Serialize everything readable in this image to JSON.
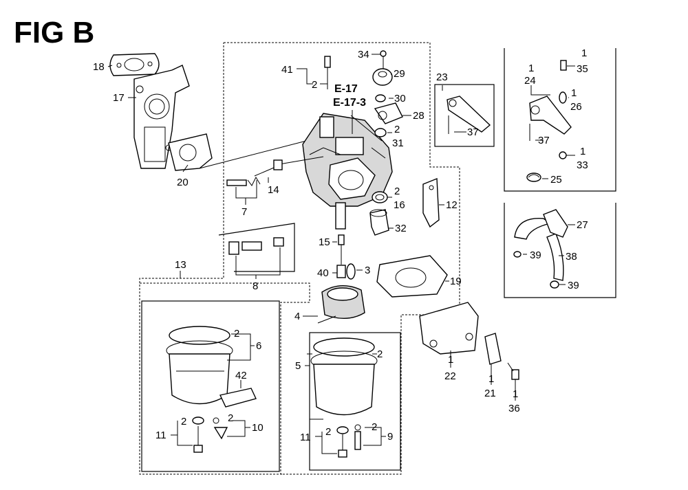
{
  "figure": {
    "title": "FIG B"
  },
  "references": {
    "ref1": "E-17",
    "ref2": "E-17-3"
  },
  "labels": {
    "n1": "1",
    "n2": "2",
    "n3": "3",
    "n4": "4",
    "n5": "5",
    "n6": "6",
    "n7": "7",
    "n8": "8",
    "n9": "9",
    "n10": "10",
    "n11": "11",
    "n12": "12",
    "n13": "13",
    "n14": "14",
    "n15": "15",
    "n16": "16",
    "n17": "17",
    "n18": "18",
    "n19": "19",
    "n20": "20",
    "n21": "21",
    "n22": "22",
    "n23": "23",
    "n24": "24",
    "n25": "25",
    "n26": "26",
    "n27": "27",
    "n28": "28",
    "n29": "29",
    "n30": "30",
    "n31": "31",
    "n32": "32",
    "n33": "33",
    "n34": "34",
    "n35": "35",
    "n36": "36",
    "n37": "37",
    "n38": "38",
    "n39": "39",
    "n40": "40",
    "n41": "41",
    "n42": "42"
  }
}
